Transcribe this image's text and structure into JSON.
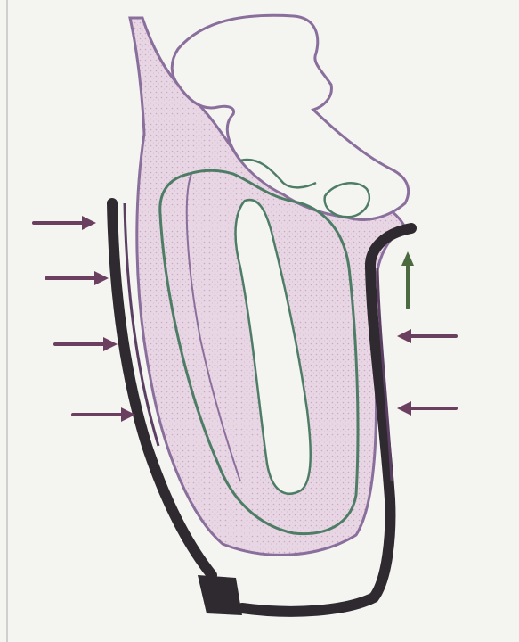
{
  "figure": {
    "labels": [],
    "colors": {
      "paper": "#f4f4f1",
      "bone_outline": "#8a6f9c",
      "tissue_fill": "#e6d3e2",
      "cavity_outline": "#4e7d66",
      "splint": "#2f2a2f",
      "splint_edge": "#5a3f63",
      "arrow": "#6b3f5f",
      "arrow_green": "#4c6a3f"
    },
    "arrows": {
      "left": [
        {
          "direction": "right",
          "color": "arrow"
        },
        {
          "direction": "right",
          "color": "arrow"
        },
        {
          "direction": "right",
          "color": "arrow"
        },
        {
          "direction": "right",
          "color": "arrow"
        }
      ],
      "right": [
        {
          "direction": "up",
          "color": "arrow_green"
        },
        {
          "direction": "left",
          "color": "arrow"
        },
        {
          "direction": "left",
          "color": "arrow"
        }
      ]
    }
  }
}
